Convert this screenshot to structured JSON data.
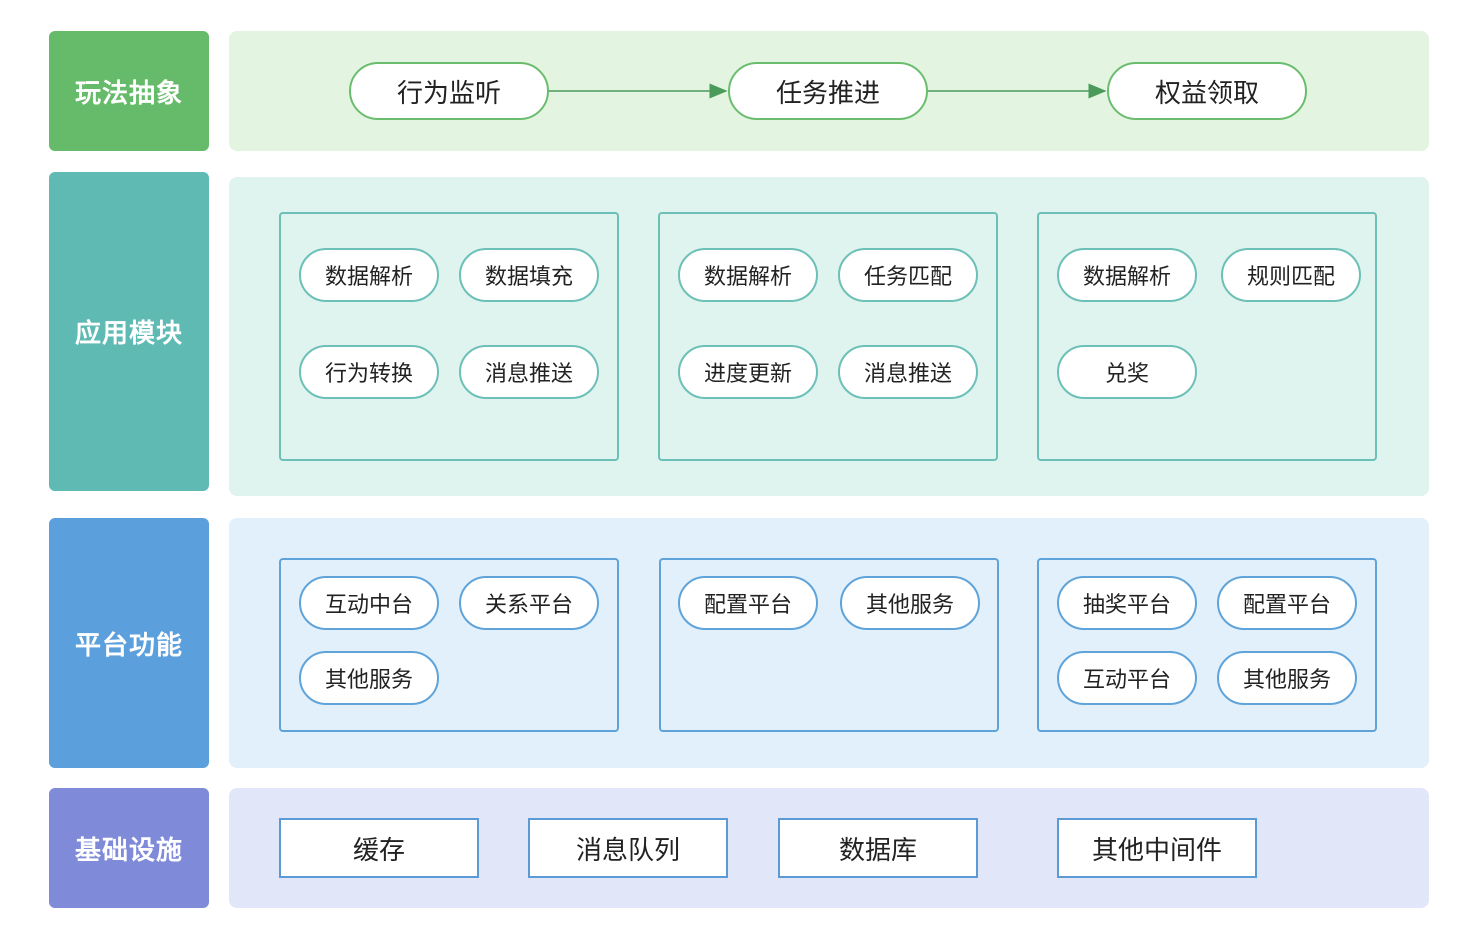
{
  "colors": {
    "layer1_label": "#66bb6a",
    "layer1_panel": "#e3f4e1",
    "layer2_label": "#5ebab3",
    "layer2_panel": "#dff3ef",
    "layer3_label": "#5b9fdc",
    "layer3_panel": "#e1f0fa",
    "layer4_label": "#7f8ad8",
    "layer4_panel": "#e1e7f8",
    "module_border_teal": "#6cc0b7",
    "module_border_blue": "#5fa3d9",
    "infra_border": "#5b9bd5"
  },
  "layers": {
    "gameplay": {
      "label": "玩法抽象",
      "flow": [
        "行为监听",
        "任务推进",
        "权益领取"
      ]
    },
    "application": {
      "label": "应用模块",
      "groups": [
        [
          "数据解析",
          "数据填充",
          "行为转换",
          "消息推送"
        ],
        [
          "数据解析",
          "任务匹配",
          "进度更新",
          "消息推送"
        ],
        [
          "数据解析",
          "规则匹配",
          "兑奖"
        ]
      ]
    },
    "platform": {
      "label": "平台功能",
      "groups": [
        [
          "互动中台",
          "关系平台",
          "其他服务"
        ],
        [
          "配置平台",
          "其他服务"
        ],
        [
          "抽奖平台",
          "配置平台",
          "互动平台",
          "其他服务"
        ]
      ]
    },
    "infrastructure": {
      "label": "基础设施",
      "items": [
        "缓存",
        "消息队列",
        "数据库",
        "其他中间件"
      ]
    }
  }
}
